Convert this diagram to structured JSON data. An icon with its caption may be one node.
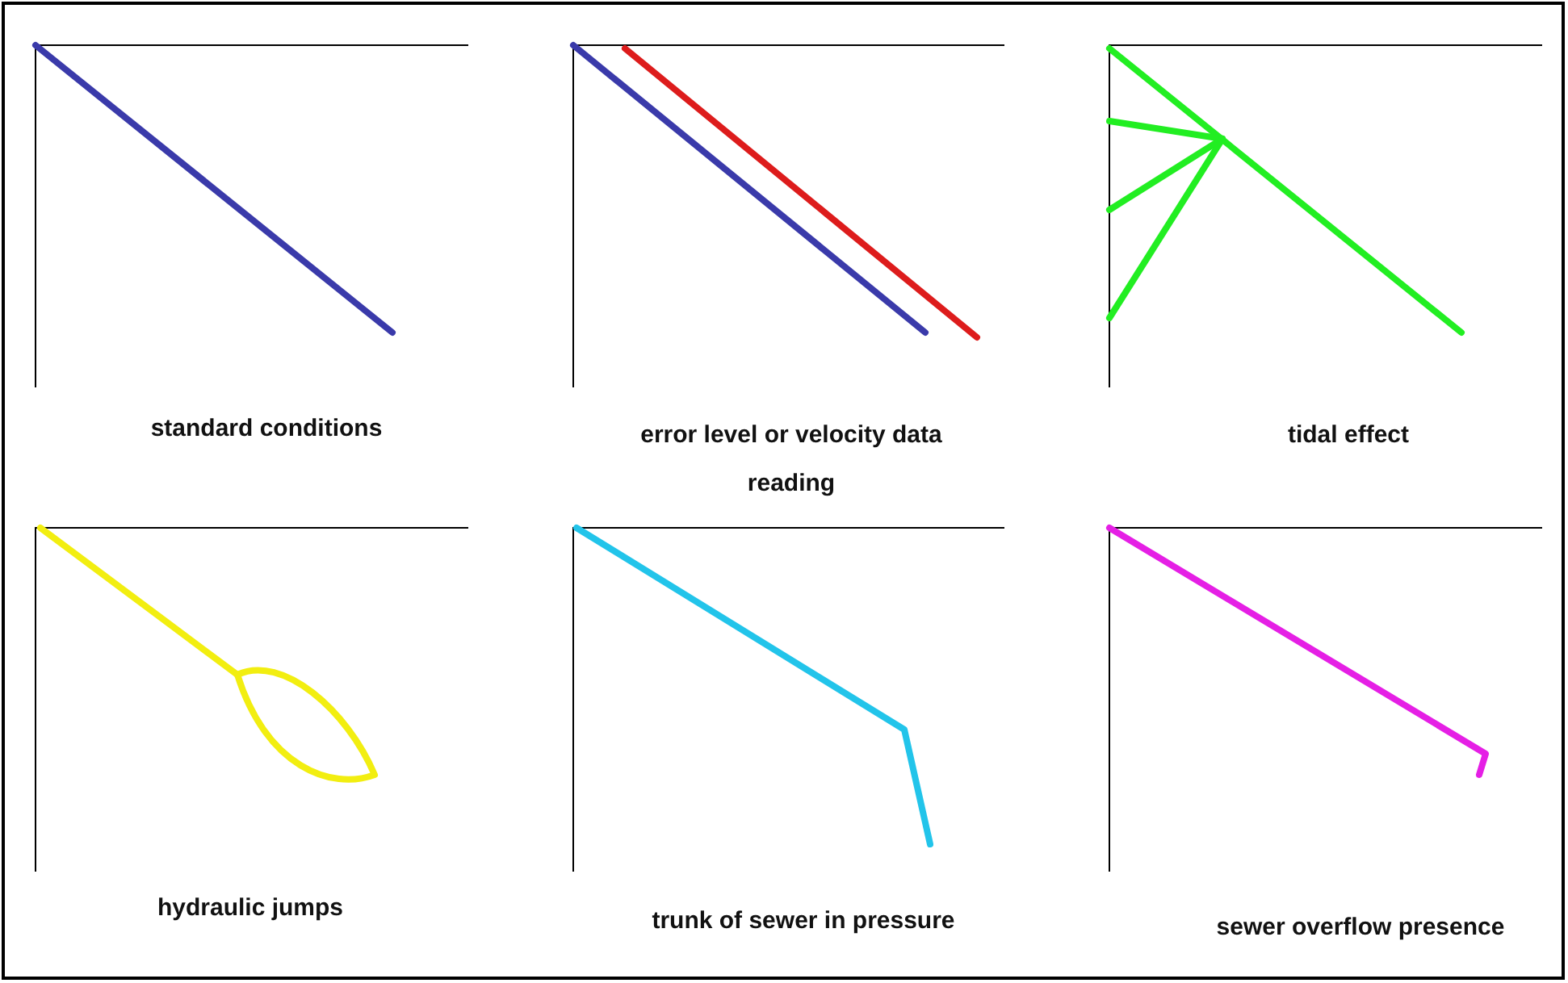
{
  "diagram": {
    "labels": [
      "standard conditions",
      "error level or velocity data reading",
      "tidal effect",
      "hydraulic jumps",
      "trunk of sewer in pressure",
      "sewer overflow presence"
    ]
  }
}
